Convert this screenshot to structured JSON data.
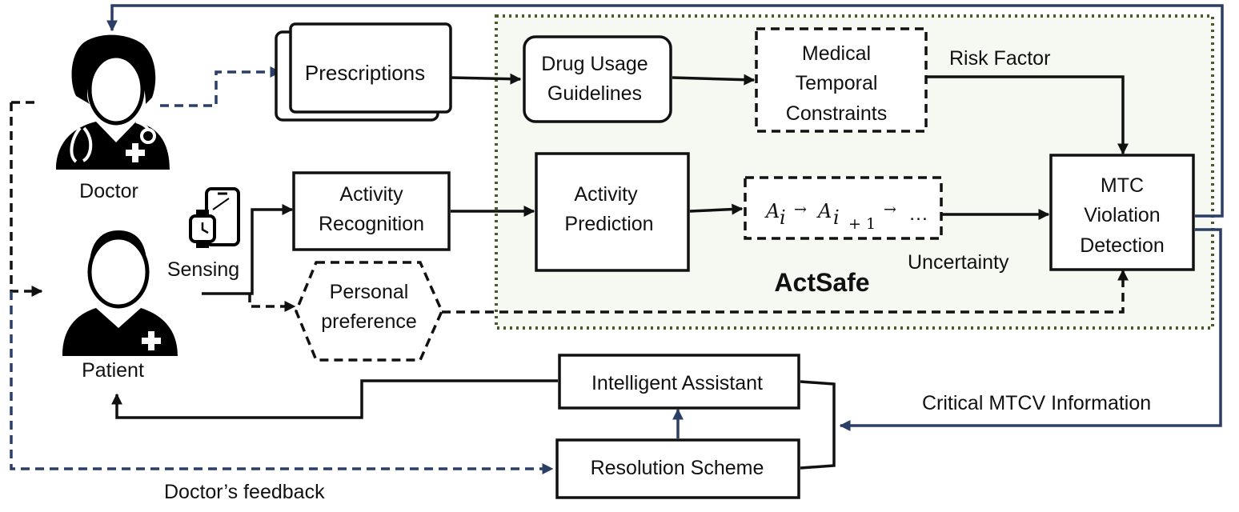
{
  "diagram": {
    "system_label": "ActSafe",
    "nodes": {
      "prescriptions": "Prescriptions",
      "drug_usage_1": "Drug Usage",
      "drug_usage_2": "Guidelines",
      "mtc_1": "Medical",
      "mtc_2": "Temporal",
      "mtc_3": "Constraints",
      "activity_recognition_1": "Activity",
      "activity_recognition_2": "Recognition",
      "activity_prediction_1": "Activity",
      "activity_prediction_2": "Prediction",
      "personal_pref_1": "Personal",
      "personal_pref_2": "preference",
      "mtcv_1": "MTC",
      "mtcv_2": "Violation",
      "mtcv_3": "Detection",
      "intelligent_assistant": "Intelligent Assistant",
      "resolution_scheme": "Resolution Scheme",
      "sequence": {
        "a1": "A",
        "s1": "i",
        "a2": "A",
        "s2": "i",
        "plus": "+ 1",
        "dots": "…"
      }
    },
    "actors": {
      "doctor": "Doctor",
      "patient": "Patient",
      "sensing": "Sensing"
    },
    "edge_labels": {
      "risk_factor": "Risk Factor",
      "uncertainty": "Uncertainty",
      "critical_info": "Critical MTCV Information",
      "doctor_feedback": "Doctor’s feedback"
    },
    "colors": {
      "solid_arrow": "#111111",
      "blue_arrow": "#2b3f66",
      "actsafe_fill": "#f6f8f2",
      "actsafe_border": "#4a5a2a"
    },
    "icons": [
      "doctor-icon",
      "patient-icon",
      "smartwatch-icon",
      "smartphone-icon"
    ]
  }
}
